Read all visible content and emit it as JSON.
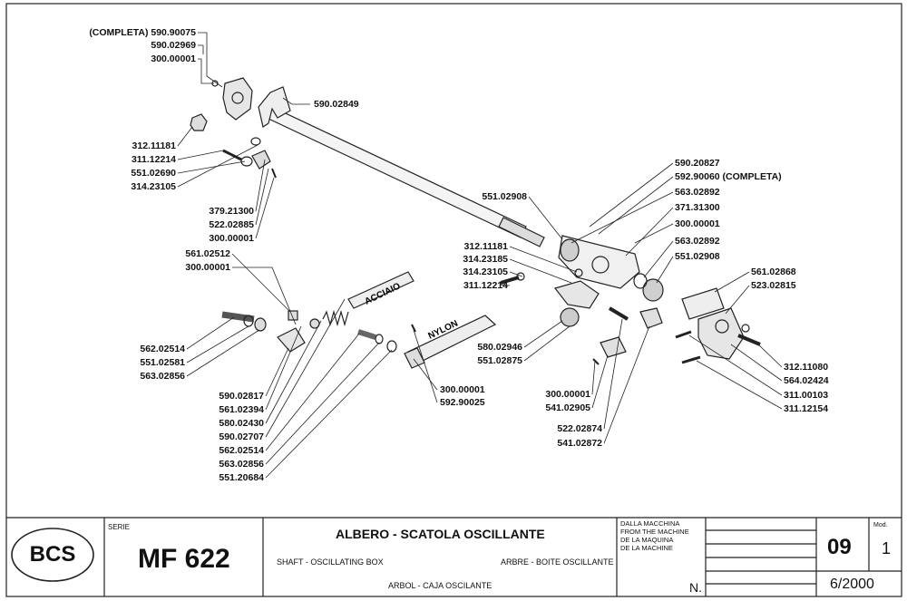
{
  "parts_left_top": [
    {
      "text": "(COMPLETA) 590.90075"
    },
    {
      "text": "590.02969"
    },
    {
      "text": "300.00001"
    }
  ],
  "part_shaft_top": "590.02849",
  "parts_left_mid": [
    {
      "text": "312.11181"
    },
    {
      "text": "311.12214"
    },
    {
      "text": "551.02690"
    },
    {
      "text": "314.23105"
    }
  ],
  "parts_left_mid2": [
    {
      "text": "379.21300"
    },
    {
      "text": "522.02885"
    },
    {
      "text": "300.00001"
    }
  ],
  "parts_left_mid3": [
    {
      "text": "561.02512"
    },
    {
      "text": "300.00001"
    }
  ],
  "parts_left_low": [
    {
      "text": "562.02514"
    },
    {
      "text": "551.02581"
    },
    {
      "text": "563.02856"
    }
  ],
  "parts_bottom_stack": [
    {
      "text": "590.02817"
    },
    {
      "text": "561.02394"
    },
    {
      "text": "580.02430"
    },
    {
      "text": "590.02707"
    },
    {
      "text": "562.02514"
    },
    {
      "text": "563.02856"
    },
    {
      "text": "551.20684"
    }
  ],
  "parts_nylon": [
    {
      "text": "300.00001"
    },
    {
      "text": "592.90025"
    }
  ],
  "part_551_02908_a": "551.02908",
  "parts_mid_center": [
    {
      "text": "312.11181"
    },
    {
      "text": "314.23185"
    },
    {
      "text": "314.23105"
    },
    {
      "text": "311.12214"
    }
  ],
  "parts_mid_low": [
    {
      "text": "580.02946"
    },
    {
      "text": "551.02875"
    }
  ],
  "parts_box_low": [
    {
      "text": "300.00001"
    },
    {
      "text": "541.02905"
    }
  ],
  "parts_box_low2": [
    {
      "text": "522.02874"
    },
    {
      "text": "541.02872"
    }
  ],
  "parts_right_top": [
    {
      "text": "590.20827"
    },
    {
      "text": "592.90060 (COMPLETA)"
    },
    {
      "text": "563.02892"
    },
    {
      "text": "371.31300"
    },
    {
      "text": "300.00001"
    },
    {
      "text": "563.02892"
    },
    {
      "text": "551.02908"
    }
  ],
  "parts_right_side": [
    {
      "text": "561.02868"
    },
    {
      "text": "523.02815"
    }
  ],
  "parts_right_low": [
    {
      "text": "312.11080"
    },
    {
      "text": "564.02424"
    },
    {
      "text": "311.00103"
    },
    {
      "text": "311.12154"
    }
  ],
  "rod_labels": {
    "steel": "ACCIAIO",
    "nylon": "NYLON"
  },
  "title_block": {
    "logo": "BCS",
    "serie_label": "SERIE",
    "model": "MF 622",
    "title_it": "ALBERO - SCATOLA OSCILLANTE",
    "title_en": "SHAFT - OSCILLATING BOX",
    "title_fr": "ARBRE - BOITE OSCILLANTE",
    "title_es": "ARBOL - CAJA OSCILANTE",
    "from_machine": [
      "DALLA MACCHINA",
      "FROM THE MACHINE",
      "DE LA MAQUINA",
      "DE LA MACHINE"
    ],
    "n_label": "N.",
    "sheet": "09",
    "mod_label": "Mod.",
    "mod_value": "1",
    "date": "6/2000"
  }
}
